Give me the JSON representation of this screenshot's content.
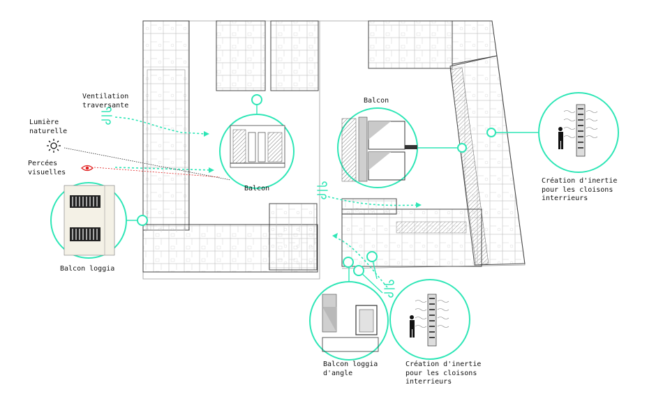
{
  "colors": {
    "accent": "#2ee6b6",
    "flow": "#2ee6b6",
    "sightline": "#e02020",
    "plan_line": "#444444",
    "plan_light": "#9a9a9a"
  },
  "labels": {
    "ventilation_traversante": "Ventilation\ntraversante",
    "lumiere_naturelle": "Lumière\nnaturelle",
    "percees_visuelles": "Percées\nvisuelles",
    "balcon_center": "Balcon",
    "balcon_right": "Balcon",
    "balcon_loggia": "Balcon loggia",
    "balcon_loggia_angle": "Balcon loggia\nd'angle",
    "inertie_right": "Création d'inertie\npour les cloisons\ninterrieurs",
    "inertie_bottom": "Création d'inertie\npour les cloisons\ninterrieurs"
  },
  "icons": {
    "wind": "wind-icon",
    "sun": "sun-icon",
    "eye": "eye-icon",
    "person": "person-icon"
  }
}
